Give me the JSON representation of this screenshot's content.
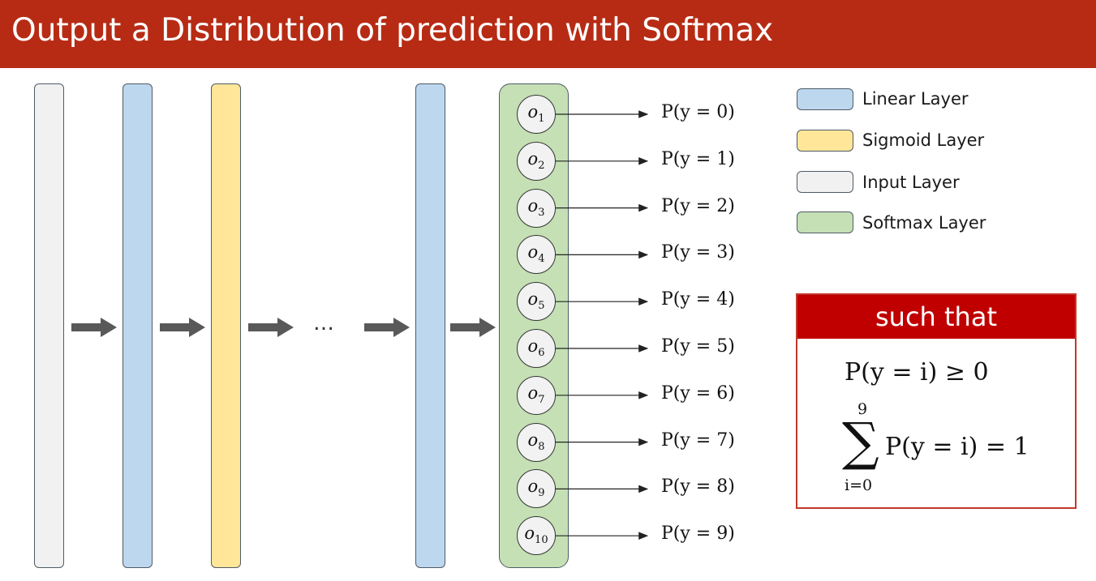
{
  "header": {
    "title": "Output a Distribution of prediction with Softmax"
  },
  "diagram": {
    "ellipsis": "…",
    "nodes": [
      {
        "base": "o",
        "sub": "1"
      },
      {
        "base": "o",
        "sub": "2"
      },
      {
        "base": "o",
        "sub": "3"
      },
      {
        "base": "o",
        "sub": "4"
      },
      {
        "base": "o",
        "sub": "5"
      },
      {
        "base": "o",
        "sub": "6"
      },
      {
        "base": "o",
        "sub": "7"
      },
      {
        "base": "o",
        "sub": "8"
      },
      {
        "base": "o",
        "sub": "9"
      },
      {
        "base": "o",
        "sub": "10"
      }
    ],
    "outputs": [
      "P(y = 0)",
      "P(y = 1)",
      "P(y = 2)",
      "P(y = 3)",
      "P(y = 4)",
      "P(y = 5)",
      "P(y = 6)",
      "P(y = 7)",
      "P(y = 8)",
      "P(y = 9)"
    ]
  },
  "legend": [
    {
      "label": "Linear Layer",
      "color": "#bdd7ee"
    },
    {
      "label": "Sigmoid Layer",
      "color": "#ffe699"
    },
    {
      "label": "Input Layer",
      "color": "#f1f1f1"
    },
    {
      "label": "Softmax Layer",
      "color": "#c5e0b4"
    }
  ],
  "constraint": {
    "title": "such that",
    "eq1": "P(y = i) ≥ 0",
    "sum_upper": "9",
    "sum_lower": "i=0",
    "eq2": "P(y = i) = 1"
  },
  "colors": {
    "header": "#b72b14",
    "box_head": "#c00000",
    "arrow": "#595959"
  }
}
